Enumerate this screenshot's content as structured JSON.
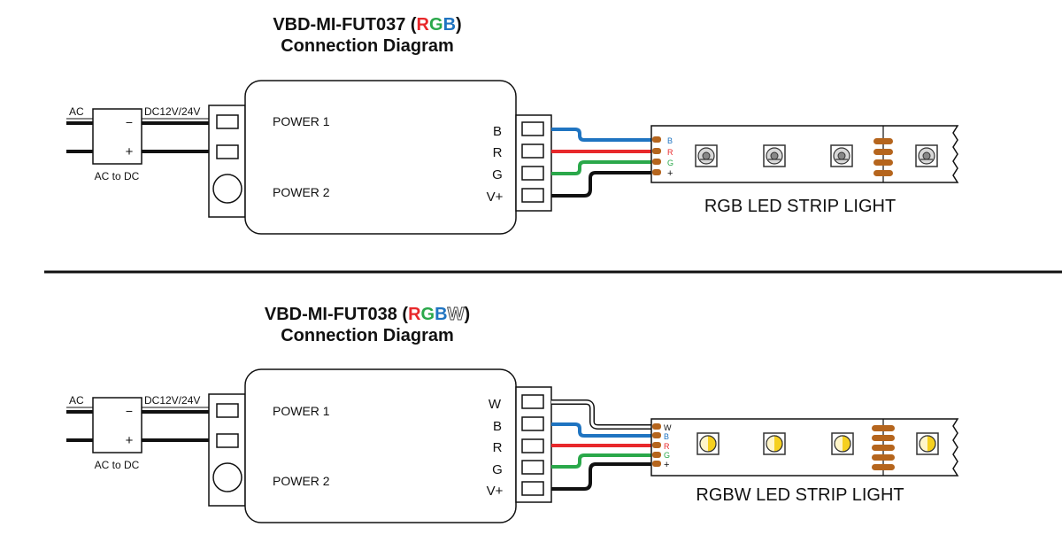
{
  "diagrams": [
    {
      "model": "VBD-MI-FUT037",
      "paren_open": " (",
      "paren_close": ")",
      "letters": [
        "R",
        "G",
        "B"
      ],
      "subtitle": "Connection Diagram",
      "ac_label": "AC",
      "dc_label": "DC12V/24V",
      "converter_label": "AC to DC",
      "minus": "−",
      "plus": "+",
      "power1": "POWER 1",
      "power2": "POWER 2",
      "terminals": [
        "B",
        "R",
        "G",
        "V+"
      ],
      "strip_pins": [
        "B",
        "R",
        "G",
        "+"
      ],
      "strip_label": "RGB LED STRIP LIGHT"
    },
    {
      "model": "VBD-MI-FUT038",
      "paren_open": " (",
      "paren_close": ")",
      "letters": [
        "R",
        "G",
        "B",
        "W"
      ],
      "subtitle": "Connection Diagram",
      "ac_label": "AC",
      "dc_label": "DC12V/24V",
      "converter_label": "AC to DC",
      "minus": "−",
      "plus": "+",
      "power1": "POWER 1",
      "power2": "POWER 2",
      "terminals": [
        "W",
        "B",
        "R",
        "G",
        "V+"
      ],
      "strip_pins": [
        "W",
        "B",
        "R",
        "G",
        "+"
      ],
      "strip_label": "RGBW LED STRIP LIGHT"
    }
  ],
  "colors": {
    "red": "#e8282b",
    "green": "#2aa84a",
    "blue": "#1f74c1",
    "black": "#111111",
    "pad": "#b5651d"
  }
}
